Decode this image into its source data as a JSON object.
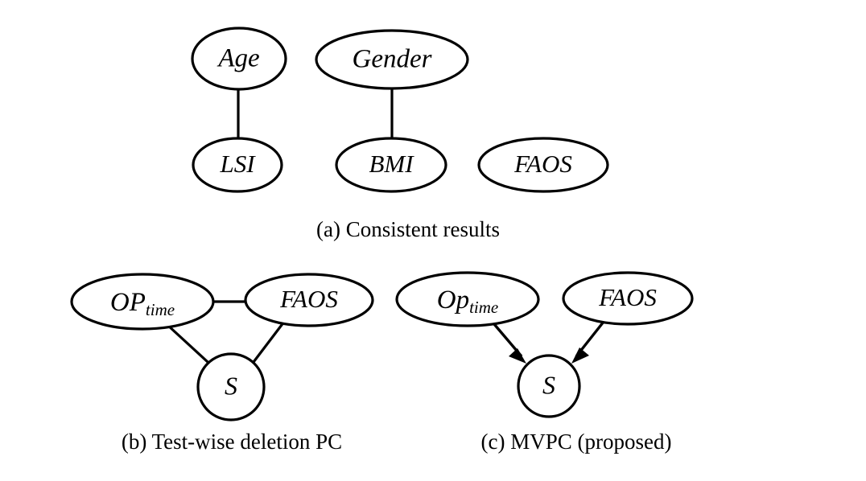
{
  "figure": {
    "background_color": "#ffffff",
    "stroke_color": "#000000",
    "panels": [
      {
        "id": "a",
        "caption": "(a) Consistent results",
        "nodes": [
          {
            "id": "age",
            "label": "Age",
            "shape": "ellipse"
          },
          {
            "id": "gender",
            "label": "Gender",
            "shape": "ellipse"
          },
          {
            "id": "lsi",
            "label": "LSI",
            "shape": "ellipse"
          },
          {
            "id": "bmi",
            "label": "BMI",
            "shape": "ellipse"
          },
          {
            "id": "faos",
            "label": "FAOS",
            "shape": "ellipse"
          }
        ],
        "edges": [
          {
            "from": "age",
            "to": "lsi",
            "type": "undirected"
          },
          {
            "from": "gender",
            "to": "bmi",
            "type": "undirected"
          }
        ]
      },
      {
        "id": "b",
        "caption": "(b) Test-wise deletion PC",
        "nodes": [
          {
            "id": "optime",
            "label": "OP",
            "sublabel": "time",
            "shape": "ellipse"
          },
          {
            "id": "faos",
            "label": "FAOS",
            "sublabel": "",
            "shape": "ellipse"
          },
          {
            "id": "s",
            "label": "S",
            "sublabel": "",
            "shape": "circle"
          }
        ],
        "edges": [
          {
            "from": "optime",
            "to": "faos",
            "type": "undirected"
          },
          {
            "from": "optime",
            "to": "s",
            "type": "undirected"
          },
          {
            "from": "faos",
            "to": "s",
            "type": "undirected"
          }
        ]
      },
      {
        "id": "c",
        "caption": "(c) MVPC (proposed)",
        "nodes": [
          {
            "id": "optime",
            "label": "Op",
            "sublabel": "time",
            "shape": "ellipse"
          },
          {
            "id": "faos",
            "label": "FAOS",
            "sublabel": "",
            "shape": "ellipse"
          },
          {
            "id": "s",
            "label": "S",
            "sublabel": "",
            "shape": "circle"
          }
        ],
        "edges": [
          {
            "from": "optime",
            "to": "s",
            "type": "directed"
          },
          {
            "from": "faos",
            "to": "s",
            "type": "directed"
          }
        ]
      }
    ]
  }
}
